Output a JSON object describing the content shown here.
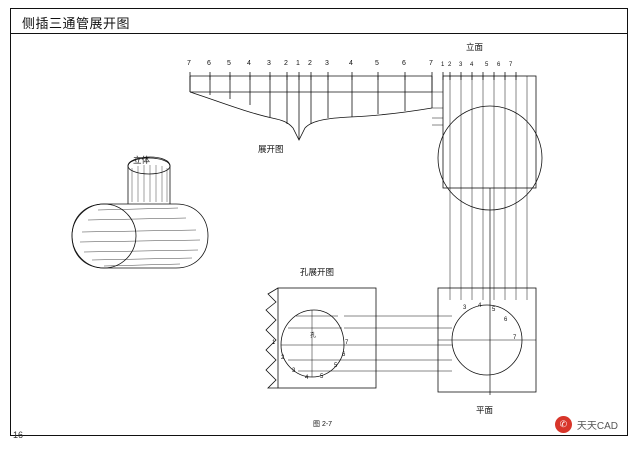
{
  "page": {
    "title": "侧插三通管展开图",
    "page_number": "16",
    "figure_caption": "图 2-7"
  },
  "labels": {
    "development_view": "展开图",
    "solid_view": "立体",
    "elevation_view": "立面",
    "plan_view": "平面",
    "hole_development_view": "孔展开图",
    "hole_mark": "孔"
  },
  "watermark": {
    "icon": "wechat-icon",
    "text": "天天CAD"
  },
  "chart_data": {
    "type": "diagram",
    "description": "Sheet-metal development drawing of a side-inserted tee pipe (侧插三通管展开图)",
    "top_ruler_numbers": [
      "7",
      "6",
      "5",
      "4",
      "3",
      "2",
      "1",
      "2",
      "3",
      "4",
      "5",
      "6",
      "7"
    ],
    "elevation_top_numbers": [
      "1",
      "2",
      "3",
      "4",
      "5",
      "6",
      "7"
    ],
    "plan_numbers": [
      "3",
      "4",
      "5",
      "6",
      "7"
    ],
    "hole_dev_left_numbers": [
      "1",
      "2",
      "3",
      "4",
      "5"
    ],
    "hole_dev_right_numbers": [
      "7",
      "6",
      "5"
    ]
  }
}
